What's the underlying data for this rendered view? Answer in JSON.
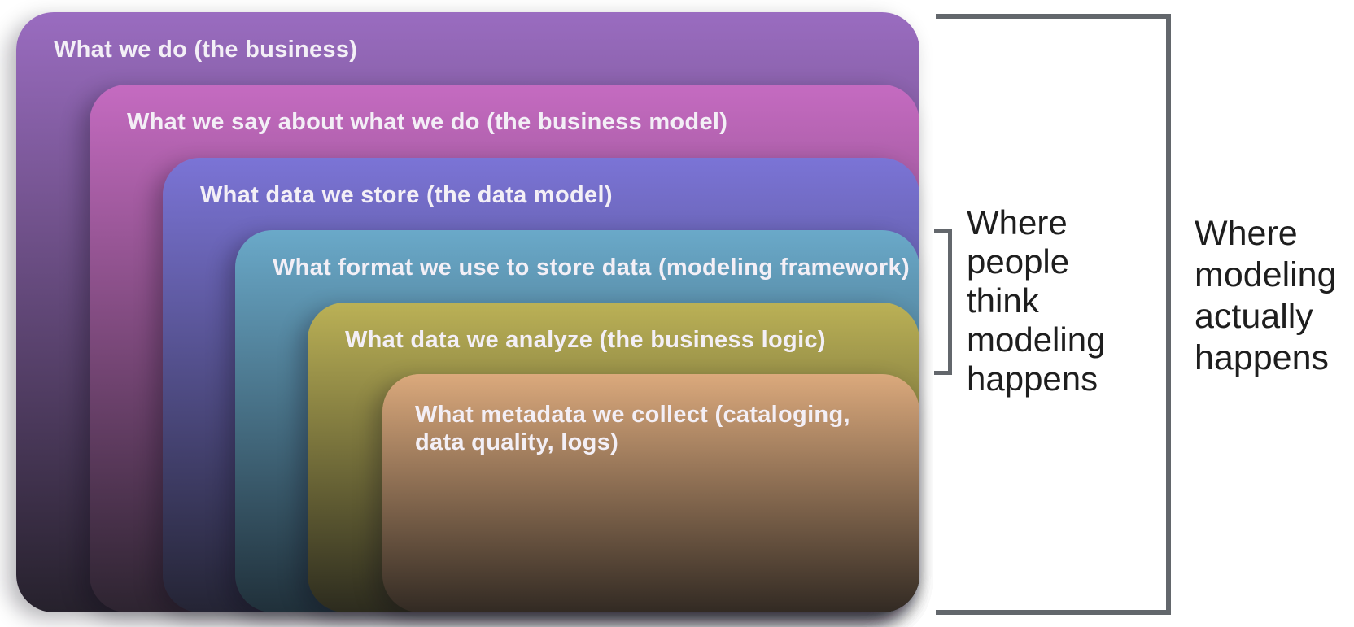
{
  "diagram": {
    "title_hint": "Nested scopes of data modeling",
    "label_color": "#f3eff6",
    "bracket_color": "#63676c",
    "annotation_color": "#1e1e1e",
    "layers": [
      {
        "label": "What we do (the business)",
        "top_color": "#9a6cc0",
        "bottom_color": "#26212c"
      },
      {
        "label": "What we say about what we do (the business model)",
        "top_color": "#c56bc1",
        "bottom_color": "#2d2430"
      },
      {
        "label": "What data we store (the data model)",
        "top_color": "#7b74d6",
        "bottom_color": "#242434"
      },
      {
        "label": "What format we use to store data (modeling framework)",
        "top_color": "#6aa9c9",
        "bottom_color": "#20303a"
      },
      {
        "label": "What data we analyze (the business logic)",
        "top_color": "#bbb156",
        "bottom_color": "#2c2b1e"
      },
      {
        "label": "What metadata we collect (cataloging, data quality, logs)",
        "top_color": "#dba97c",
        "bottom_color": "#322a23"
      }
    ],
    "annotations": {
      "think": {
        "text": "Where people think modeling happens"
      },
      "actual": {
        "text": "Where modeling actually happens"
      }
    }
  }
}
